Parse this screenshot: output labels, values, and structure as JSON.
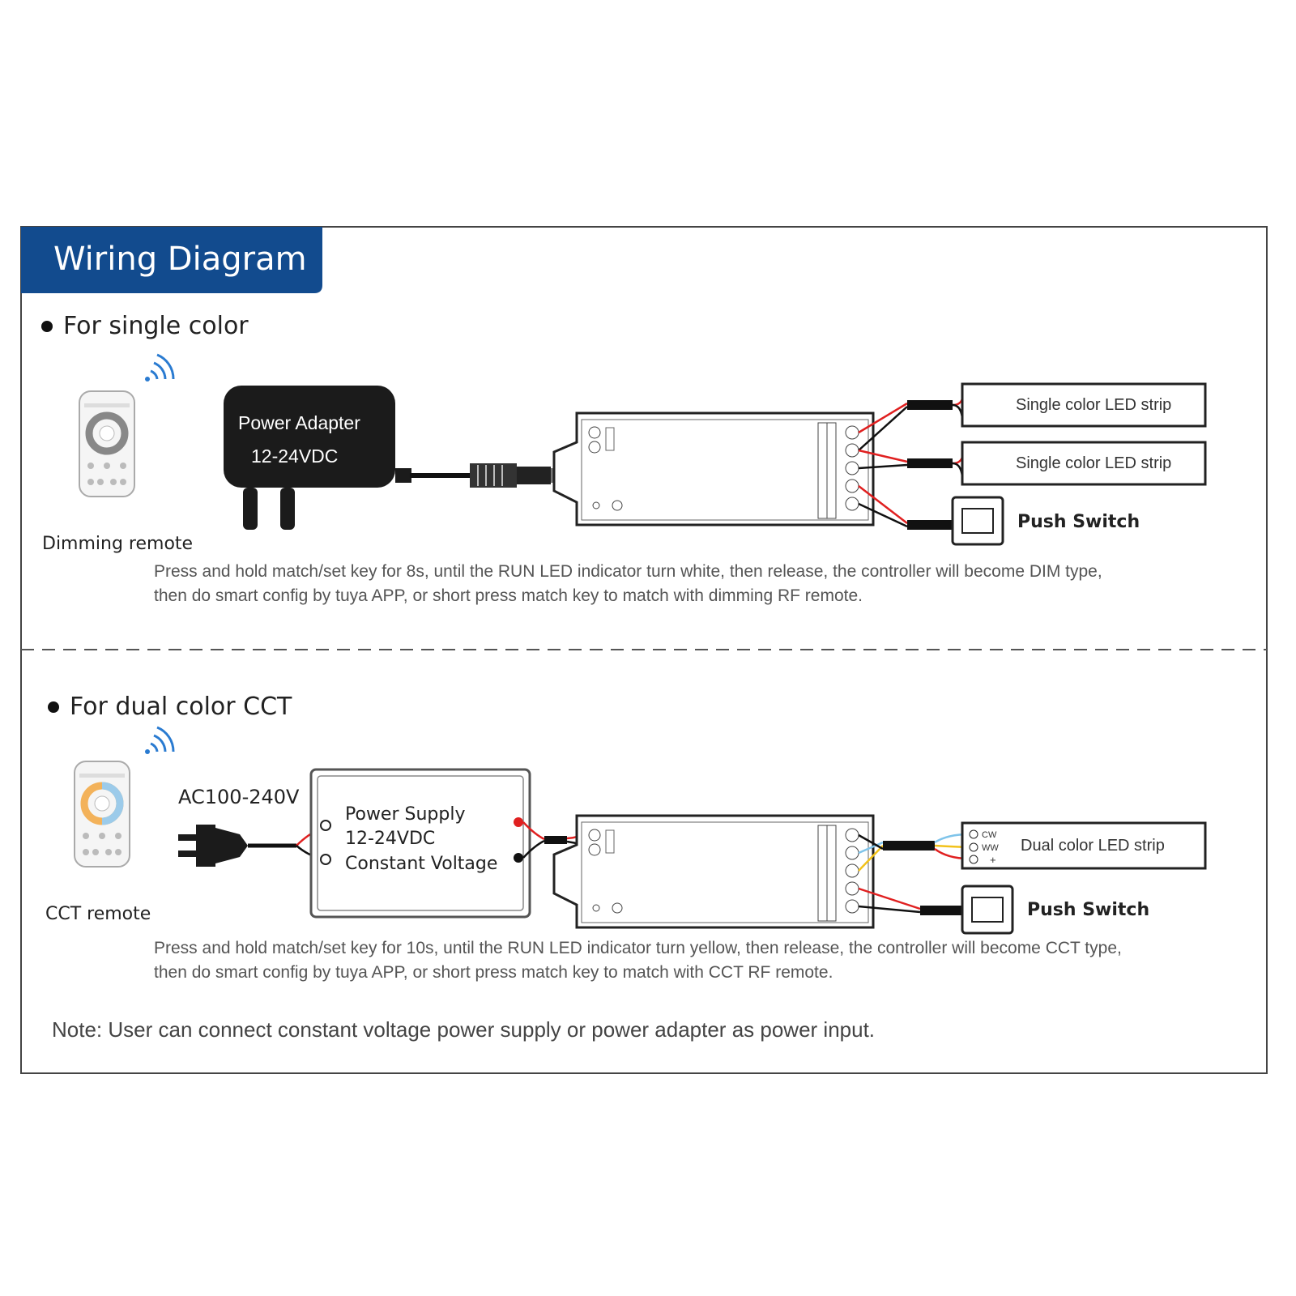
{
  "header": {
    "title": "Wiring Diagram"
  },
  "colors": {
    "header_bg": "#124b8e",
    "wire_red": "#e02020",
    "wire_black": "#111111",
    "wire_yellow": "#f2c21b",
    "wire_blue": "#7fc4ea",
    "frame": "#333333"
  },
  "single": {
    "section_title": "For single color",
    "remote_label": "Dimming remote",
    "remote_icon": "remote-control-icon",
    "signal_icon": "wireless-signal-icon",
    "adapter_line1": "Power Adapter",
    "adapter_line2": "12-24VDC",
    "strip1": "Single color LED strip",
    "strip2": "Single color LED strip",
    "push_switch": "Push Switch",
    "instruction_line1": "Press and hold match/set key for 8s, until the RUN LED indicator turn white, then release, the controller will become DIM type,",
    "instruction_line2": "then do  smart  config by  tuya  APP, or  short press match key to match with dimming  RF  remote."
  },
  "cct": {
    "section_title": "For dual color CCT",
    "remote_label": "CCT remote",
    "remote_icon": "remote-control-icon",
    "signal_icon": "wireless-signal-icon",
    "ac_label": "AC100-240V",
    "supply_line1": "Power Supply",
    "supply_line2": "12-24VDC",
    "supply_line3": "Constant Voltage",
    "strip": "Dual color LED strip",
    "terminal_cw": "CW",
    "terminal_ww": "WW",
    "terminal_plus": "+",
    "push_switch": "Push Switch",
    "instruction_line1": "Press and hold match/set key for 10s, until the RUN LED indicator turn yellow, then release, the controller will become CCT type,",
    "instruction_line2": "then do  smart  config by  tuya  APP, or  short press match key to match  with CCT  RF  remote."
  },
  "note": "Note: User can connect constant voltage power supply or power adapter as power input."
}
